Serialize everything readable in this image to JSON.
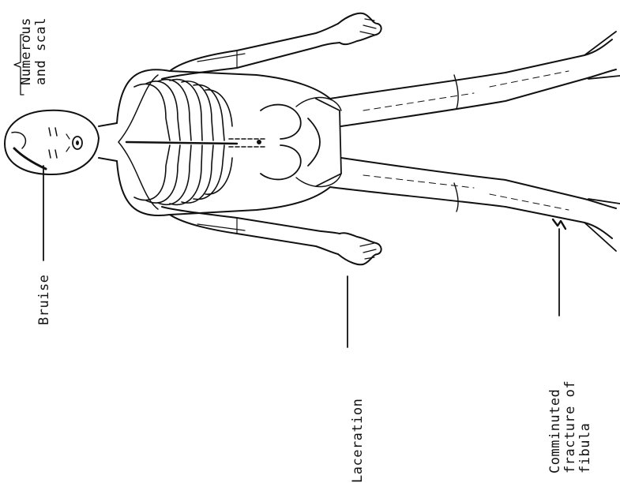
{
  "annotations": {
    "bruise": "Bruise",
    "laceration": "Laceration",
    "fibula": "Comminuted\nfracture of\nfibula",
    "numerous": "Numerous\nand scal"
  },
  "colors": {
    "ink": "#111111",
    "background": "#ffffff"
  }
}
